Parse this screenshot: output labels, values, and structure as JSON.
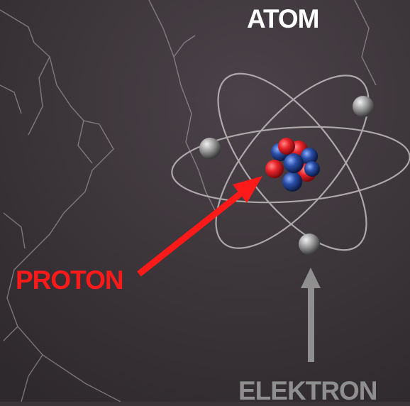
{
  "title": "ATOM",
  "labels": {
    "proton": "PROTON",
    "elektron": "ELEKTRON"
  },
  "colors": {
    "background": "#3a3438",
    "proton": "#e8242a",
    "neutron": "#2a4fa8",
    "electron": "#9a9a9a",
    "orbit": "#b9b4b6",
    "proton_arrow": "#ff1a1a",
    "electron_arrow": "#8f8f8f",
    "title": "#ffffff"
  },
  "icons": {
    "background": "lightning-icon",
    "nucleus": "nucleus-icon",
    "electron": "electron-icon"
  }
}
